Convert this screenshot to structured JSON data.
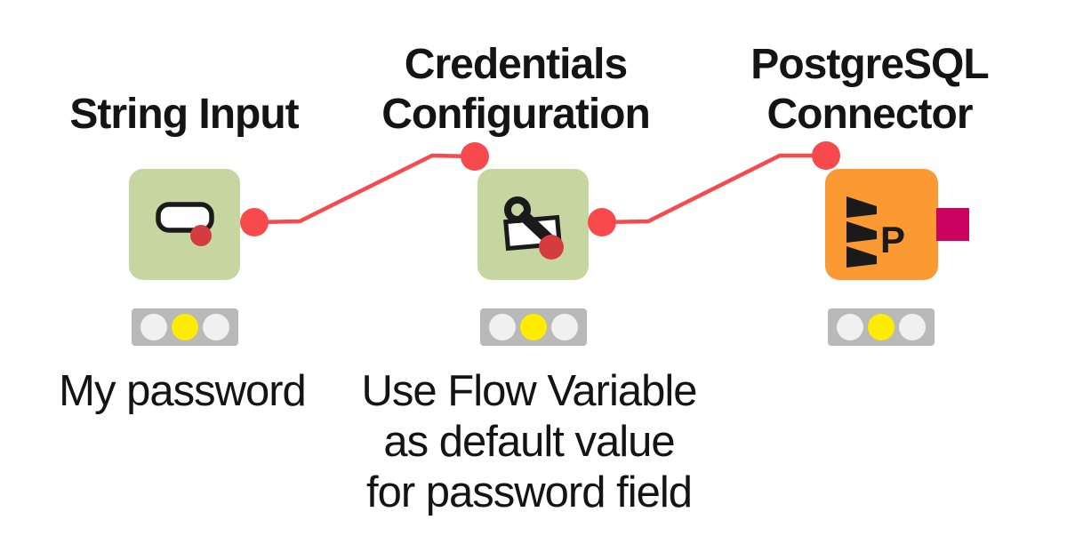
{
  "theme": {
    "background": "#ffffff",
    "text_color": "#141414",
    "node_green": "#c7d5a0",
    "node_orange": "#fb9932",
    "port_red": "#f8494d",
    "db_port_magenta": "#cc0261",
    "icon_dark": "#1a1a1a",
    "icon_red": "#d43c40",
    "traffic_bar": "#b9b9b9",
    "light_off": "#f0f0f0",
    "light_on": "#ffec00"
  },
  "workflow": {
    "nodes": [
      {
        "id": "string-input",
        "title_lines": [
          "String Input"
        ],
        "label_lines": [
          "My password"
        ],
        "icon": "text-field-icon",
        "status_light": "yellow",
        "ports": {
          "out": {
            "shape": "circle",
            "color": "#f8494d"
          }
        }
      },
      {
        "id": "credentials-configuration",
        "title_lines": [
          "Credentials",
          "Configuration"
        ],
        "label_lines": [
          "Use Flow Variable",
          "as default value",
          "for password field"
        ],
        "icon": "key-credential-icon",
        "status_light": "yellow",
        "ports": {
          "in": {
            "shape": "circle",
            "color": "#f8494d"
          },
          "out": {
            "shape": "circle",
            "color": "#f8494d"
          }
        }
      },
      {
        "id": "postgresql-connector",
        "title_lines": [
          "PostgreSQL",
          "Connector"
        ],
        "label_lines": [],
        "icon": "database-p-icon",
        "status_light": "yellow",
        "ports": {
          "in": {
            "shape": "circle",
            "color": "#f8494d"
          },
          "out": {
            "shape": "square",
            "color": "#cc0261"
          }
        }
      }
    ],
    "connections": [
      {
        "from": "string-input",
        "to": "credentials-configuration"
      },
      {
        "from": "credentials-configuration",
        "to": "postgresql-connector"
      }
    ]
  }
}
